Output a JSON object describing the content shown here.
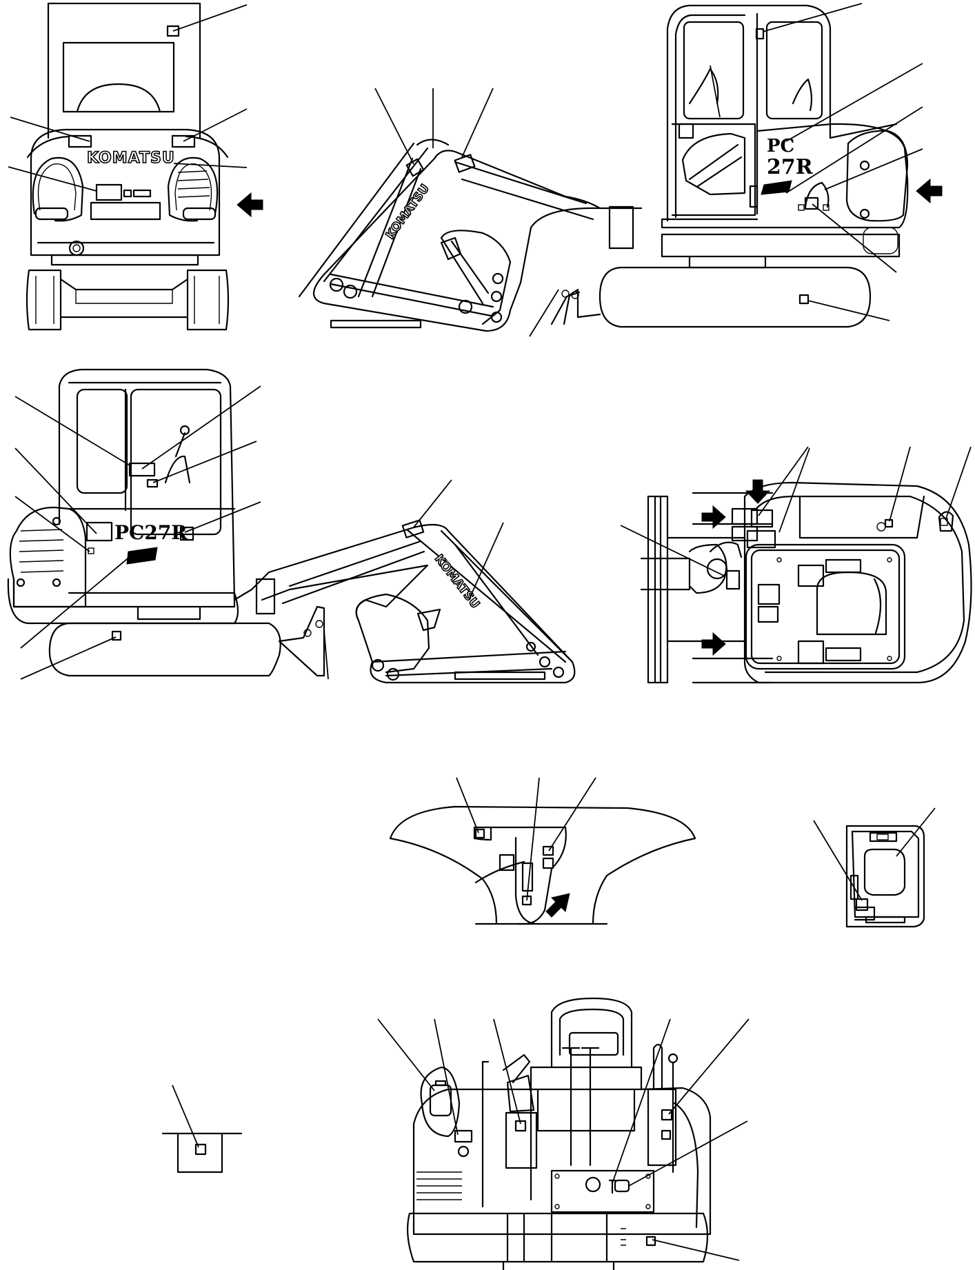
{
  "brand_text": "KOMATSU",
  "model_text": "PC27R",
  "model_prefix": "PC",
  "model_number": "27R",
  "colors": {
    "line": "#000000",
    "background": "#ffffff"
  },
  "views": [
    "front-view",
    "right-side-view",
    "left-side-view",
    "top-view",
    "operator-canopy-underside-view",
    "door-panel-view",
    "small-plate-detail-view",
    "operator-seat-view"
  ]
}
